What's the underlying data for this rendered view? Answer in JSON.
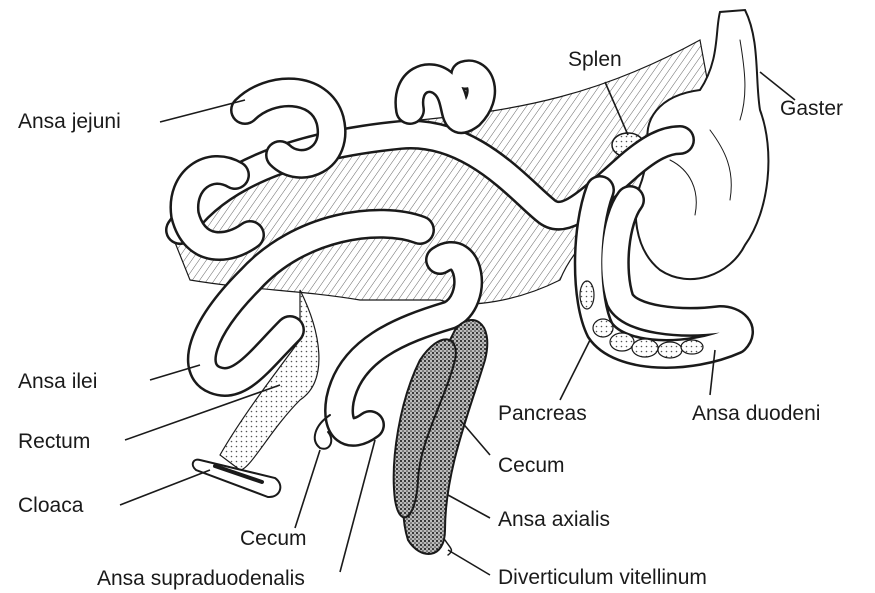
{
  "labels": {
    "ansa_jejuni": "Ansa jejuni",
    "splen": "Splen",
    "gaster": "Gaster",
    "ansa_ilei": "Ansa ilei",
    "rectum": "Rectum",
    "cloaca": "Cloaca",
    "cecum_left": "Cecum",
    "ansa_supraduodenalis": "Ansa supraduodenalis",
    "pancreas": "Pancreas",
    "ansa_duodeni": "Ansa duodeni",
    "cecum_right": "Cecum",
    "ansa_axialis": "Ansa axialis",
    "diverticulum_vitellinum": "Diverticulum vitellinum"
  }
}
